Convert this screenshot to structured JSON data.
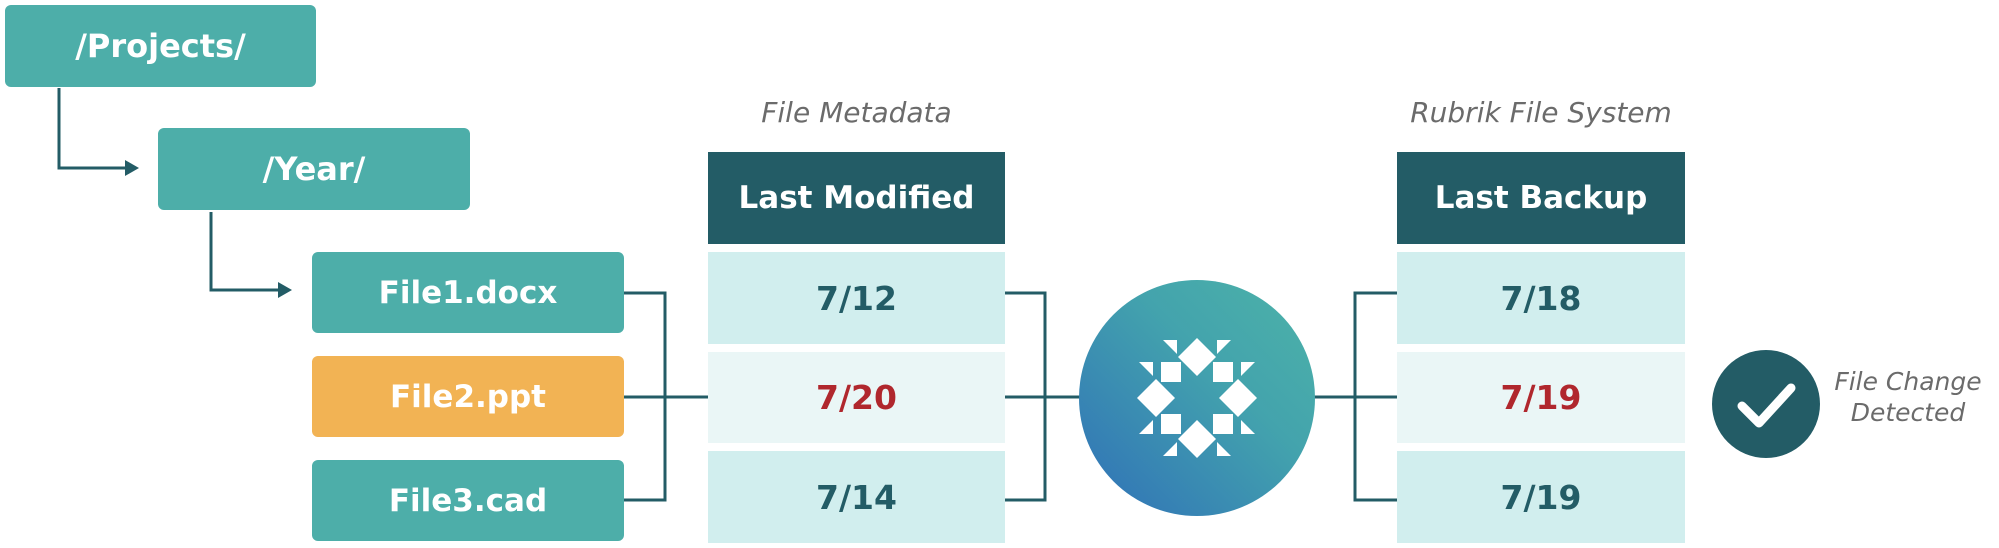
{
  "folders": {
    "projects": "/Projects/",
    "year": "/Year/"
  },
  "files": [
    {
      "name": "File1.docx",
      "highlight": false
    },
    {
      "name": "File2.ppt",
      "highlight": true
    },
    {
      "name": "File3.cad",
      "highlight": false
    }
  ],
  "metadata": {
    "caption": "File Metadata",
    "header": "Last Modified",
    "values": [
      "7/12",
      "7/20",
      "7/14"
    ]
  },
  "filesystem": {
    "caption": "Rubrik File System",
    "header": "Last Backup",
    "values": [
      "7/18",
      "7/19",
      "7/19"
    ]
  },
  "status": {
    "line1": "File Change",
    "line2": "Detected"
  },
  "colors": {
    "teal": "#4daea9",
    "orange": "#f2b354",
    "dark_teal": "#235c66",
    "changed_red": "#b0272d"
  },
  "icons": {
    "logo": "rubrik-logo-icon",
    "check": "checkmark-icon"
  }
}
